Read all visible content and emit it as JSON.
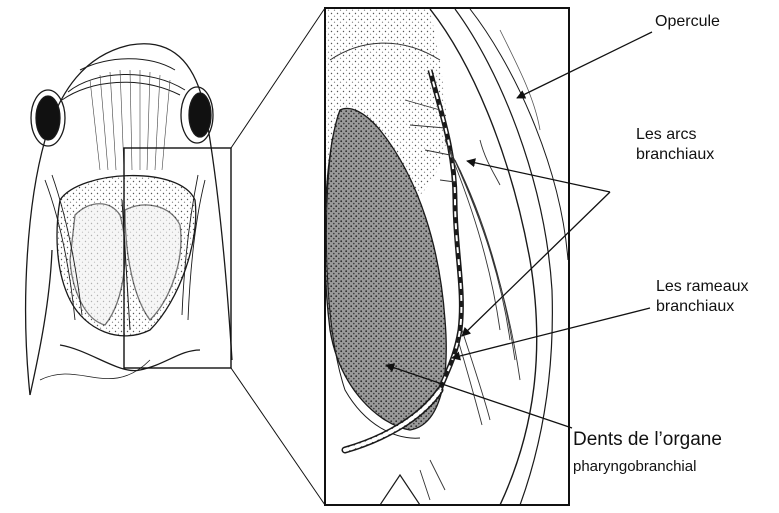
{
  "labels": {
    "operculum": "Opercule",
    "arches_line1": "Les arcs",
    "arches_line2": "branchiaux",
    "rays_line1": "Les rameaux",
    "rays_line2": "branchiaux",
    "teeth_line1": "Dents de l’organe",
    "teeth_line2": "pharyngobranchial"
  },
  "colors": {
    "ink": "#1a1a1a",
    "background": "#ffffff",
    "stipple_fill": "#bdbdbd",
    "organ_fill": "#8a8a8a"
  }
}
